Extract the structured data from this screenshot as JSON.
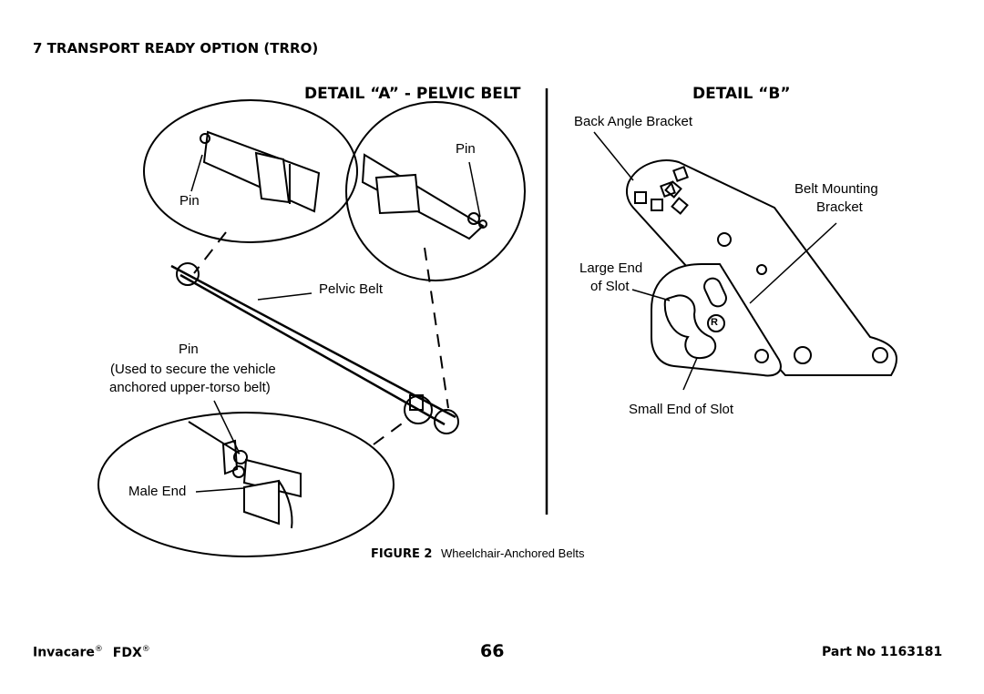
{
  "section": {
    "title": "7  TRANSPORT READY OPTION (TRRO)"
  },
  "detail_a": {
    "title": "DETAIL “A” - PELVIC BELT",
    "labels": {
      "pin_top_left": "Pin",
      "pin_top_right": "Pin",
      "pelvic_belt": "Pelvic Belt",
      "pin_lower": "Pin",
      "pin_note_line1": "(Used to secure the vehicle",
      "pin_note_line2": "anchored upper-torso belt)",
      "male_end": "Male End"
    }
  },
  "detail_b": {
    "title": "DETAIL “B”",
    "labels": {
      "back_angle_bracket": "Back Angle Bracket",
      "belt_mounting_line1": "Belt Mounting",
      "belt_mounting_line2": "Bracket",
      "large_end_line1": "Large End",
      "large_end_line2": "of Slot",
      "small_end": "Small End of Slot",
      "registered_mark": "R"
    }
  },
  "figure": {
    "label": "FIGURE 2",
    "caption": "Wheelchair-Anchored Belts"
  },
  "footer": {
    "brand": "Invacare",
    "product": "FDX",
    "reg_symbol": "®",
    "page_number": "66",
    "part_no": "Part No 1163181"
  }
}
